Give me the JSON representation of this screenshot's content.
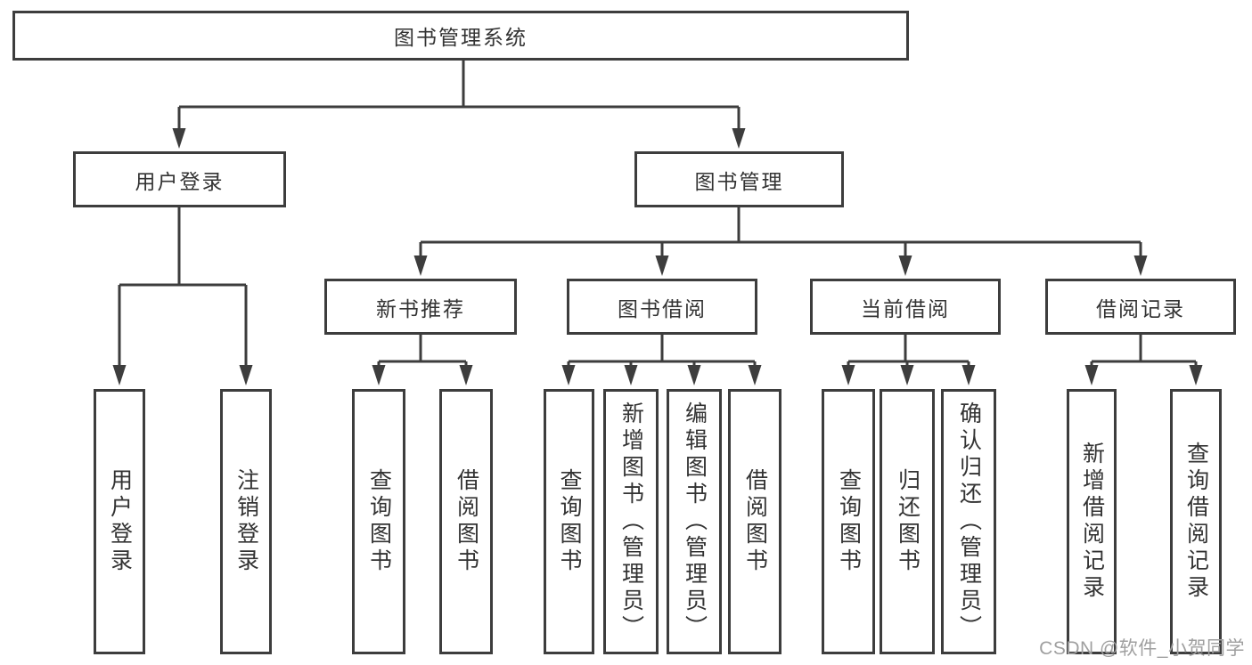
{
  "colors": {
    "line": "#3d3d3d",
    "box_border": "#3d3d3d",
    "text": "#333333",
    "watermark": "#9f9f9f",
    "background": "#ffffff"
  },
  "watermark": {
    "text": "CSDN @软件_小贺同学"
  },
  "tree": {
    "label": "图书管理系统",
    "children": [
      {
        "label": "用户登录",
        "children": [
          {
            "label": "用户登录"
          },
          {
            "label": "注销登录"
          }
        ]
      },
      {
        "label": "图书管理",
        "children": [
          {
            "label": "新书推荐",
            "children": [
              {
                "label": "查询图书"
              },
              {
                "label": "借阅图书"
              }
            ]
          },
          {
            "label": "图书借阅",
            "children": [
              {
                "label": "查询图书"
              },
              {
                "label": "新增图书（管理员）"
              },
              {
                "label": "编辑图书（管理员）"
              },
              {
                "label": "借阅图书"
              }
            ]
          },
          {
            "label": "当前借阅",
            "children": [
              {
                "label": "查询图书"
              },
              {
                "label": "归还图书"
              },
              {
                "label": "确认归还（管理员）"
              }
            ]
          },
          {
            "label": "借阅记录",
            "children": [
              {
                "label": "新增借阅记录"
              },
              {
                "label": "查询借阅记录"
              }
            ]
          }
        ]
      }
    ]
  }
}
